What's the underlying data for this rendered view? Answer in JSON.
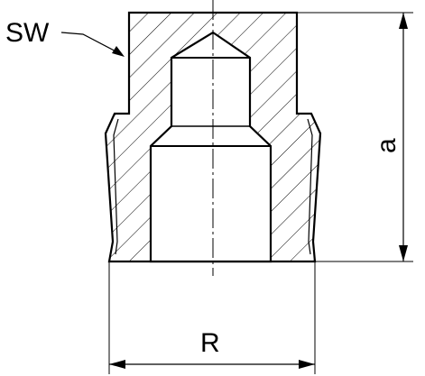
{
  "labels": {
    "sw": "SW",
    "r": "R",
    "a": "a"
  },
  "colors": {
    "stroke": "#000000",
    "background": "#ffffff"
  }
}
